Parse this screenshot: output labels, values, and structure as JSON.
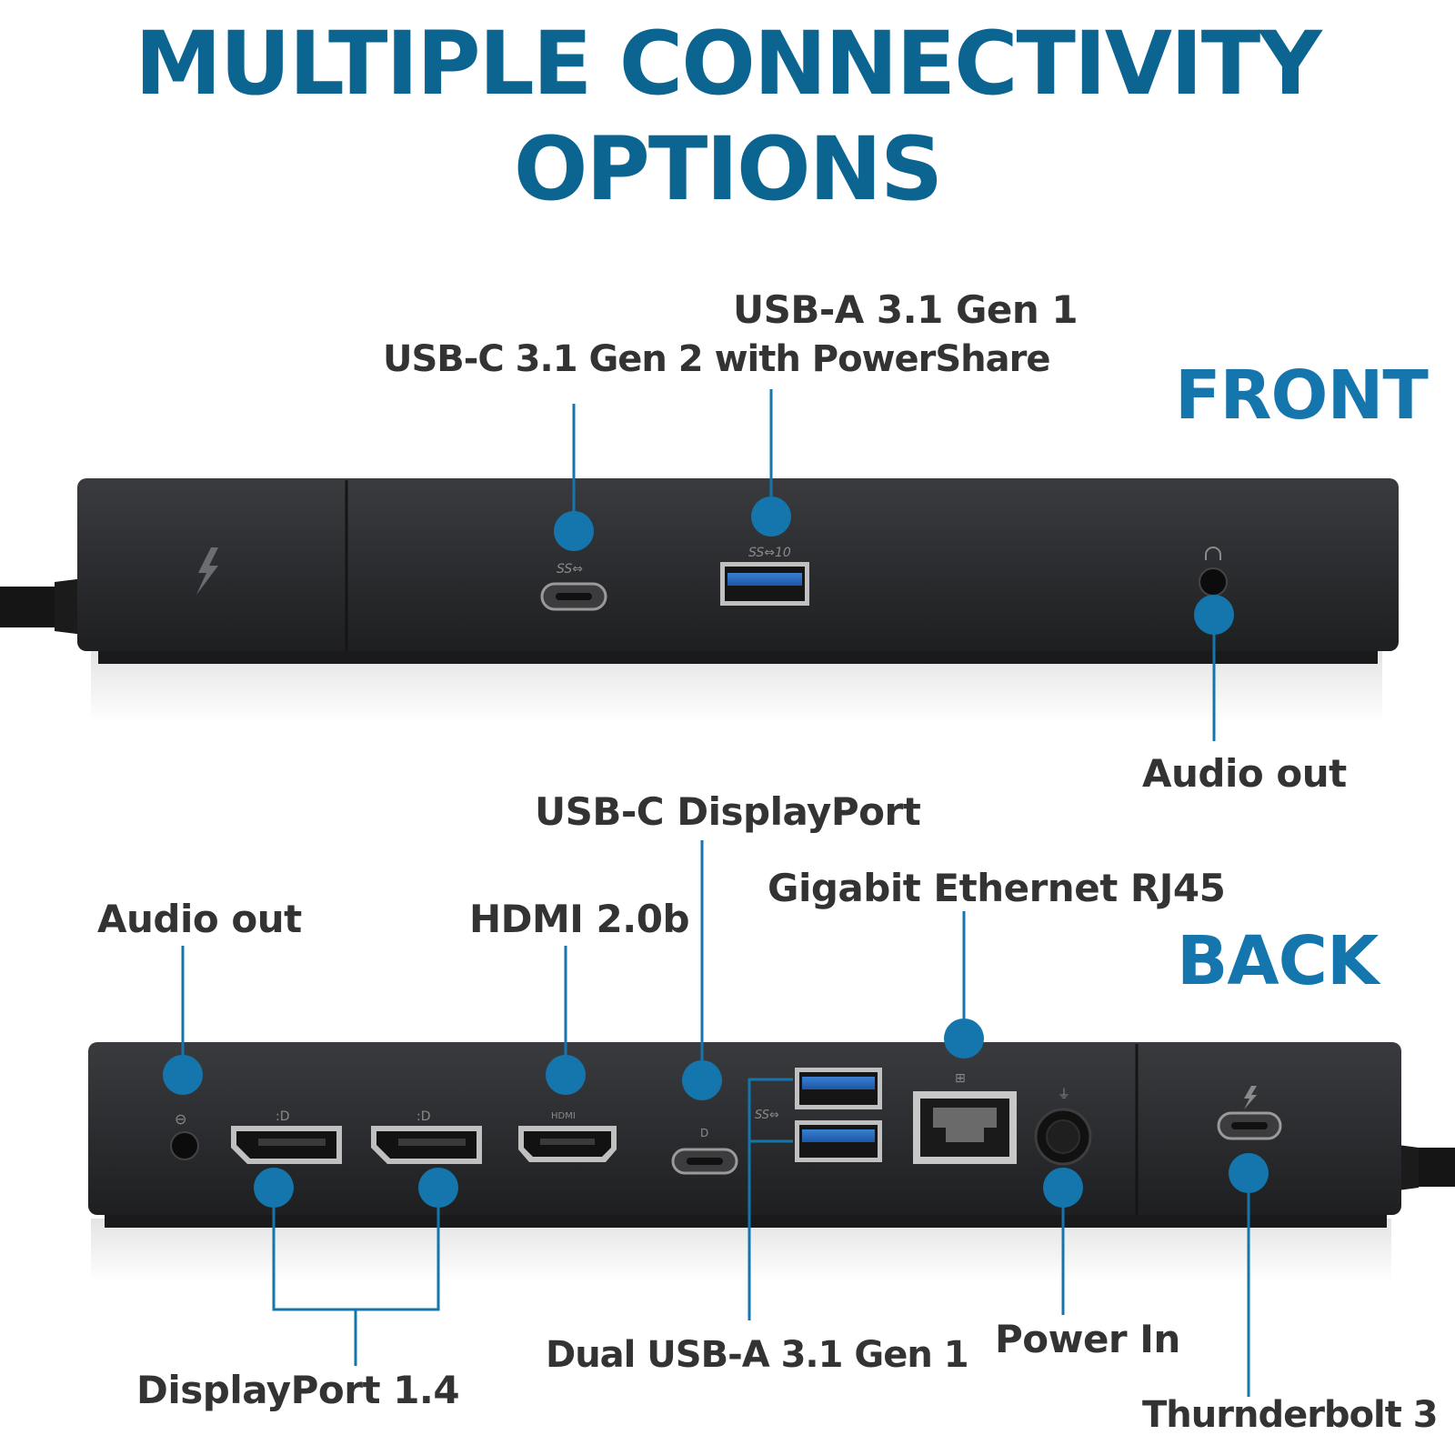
{
  "title": {
    "line1": "MULTIPLE CONNECTIVITY",
    "line2": "OPTIONS"
  },
  "front": {
    "section_label": "FRONT",
    "labels": {
      "usb_a": "USB-A 3.1 Gen 1",
      "usb_c": "USB-C 3.1 Gen 2 with PowerShare",
      "audio": "Audio out"
    }
  },
  "back": {
    "section_label": "BACK",
    "labels": {
      "audio": "Audio out",
      "hdmi": "HDMI 2.0b",
      "usbc_dp": "USB-C DisplayPort",
      "ethernet": "Gigabit Ethernet RJ45",
      "displayport": "DisplayPort 1.4",
      "dual_usb_a": "Dual USB-A 3.1 Gen 1",
      "power": "Power In",
      "thunderbolt": "Thurnderbolt 3"
    }
  },
  "colors": {
    "title": "#0b6590",
    "accent": "#1576ae",
    "label": "#333333",
    "device": "#2a2b2d"
  }
}
